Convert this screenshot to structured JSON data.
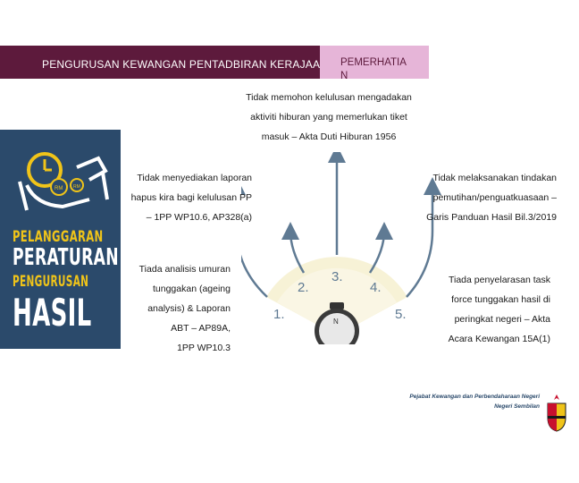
{
  "header": {
    "left_title": "PENGURUSAN KEWANGAN PENTADBIRAN KERAJAAN NS",
    "right_title": "PEMERHATIAN"
  },
  "poster": {
    "line1": "PELANGGARAN",
    "line2": "PERATURAN",
    "line3": "PENGURUSAN",
    "line4": "HASIL",
    "coin_label": "RM"
  },
  "findings": {
    "top": [
      "Tidak memohon kelulusan mengadakan",
      "aktiviti hiburan yang memerlukan tiket",
      "masuk – Akta Duti Hiburan 1956"
    ],
    "left_1": [
      "Tidak menyediakan laporan",
      "hapus kira bagi kelulusan PP",
      "– 1PP WP10.6, AP328(a)"
    ],
    "right_1": [
      "Tidak melaksanakan tindakan",
      "pemutihan/penguatkuasaan –",
      "Garis Panduan Hasil Bil.3/2019"
    ],
    "left_2": [
      "Tiada analisis umuran",
      "tunggakan (ageing",
      "analysis) & Laporan",
      "ABT – AP89A,",
      "1PP WP10.3"
    ],
    "right_2": [
      "Tiada penyelarasan task",
      "force tunggakan hasil di",
      "peringkat negeri – Akta",
      "Acara Kewangan 15A(1)"
    ]
  },
  "gauge": {
    "labels": [
      "1.",
      "2.",
      "3.",
      "4.",
      "5."
    ],
    "compass_letter": "N"
  },
  "footer": {
    "line1": "Pejabat Kewangan dan Perbendaharaan Negeri",
    "line2": "Negeri Sembilan"
  },
  "colors": {
    "header_left_bg": "#5d1a3c",
    "header_right_bg": "#e6b5d8",
    "poster_bg": "#2b4a6b",
    "poster_accent": "#f0c419",
    "arrow": "#5f7a93"
  }
}
